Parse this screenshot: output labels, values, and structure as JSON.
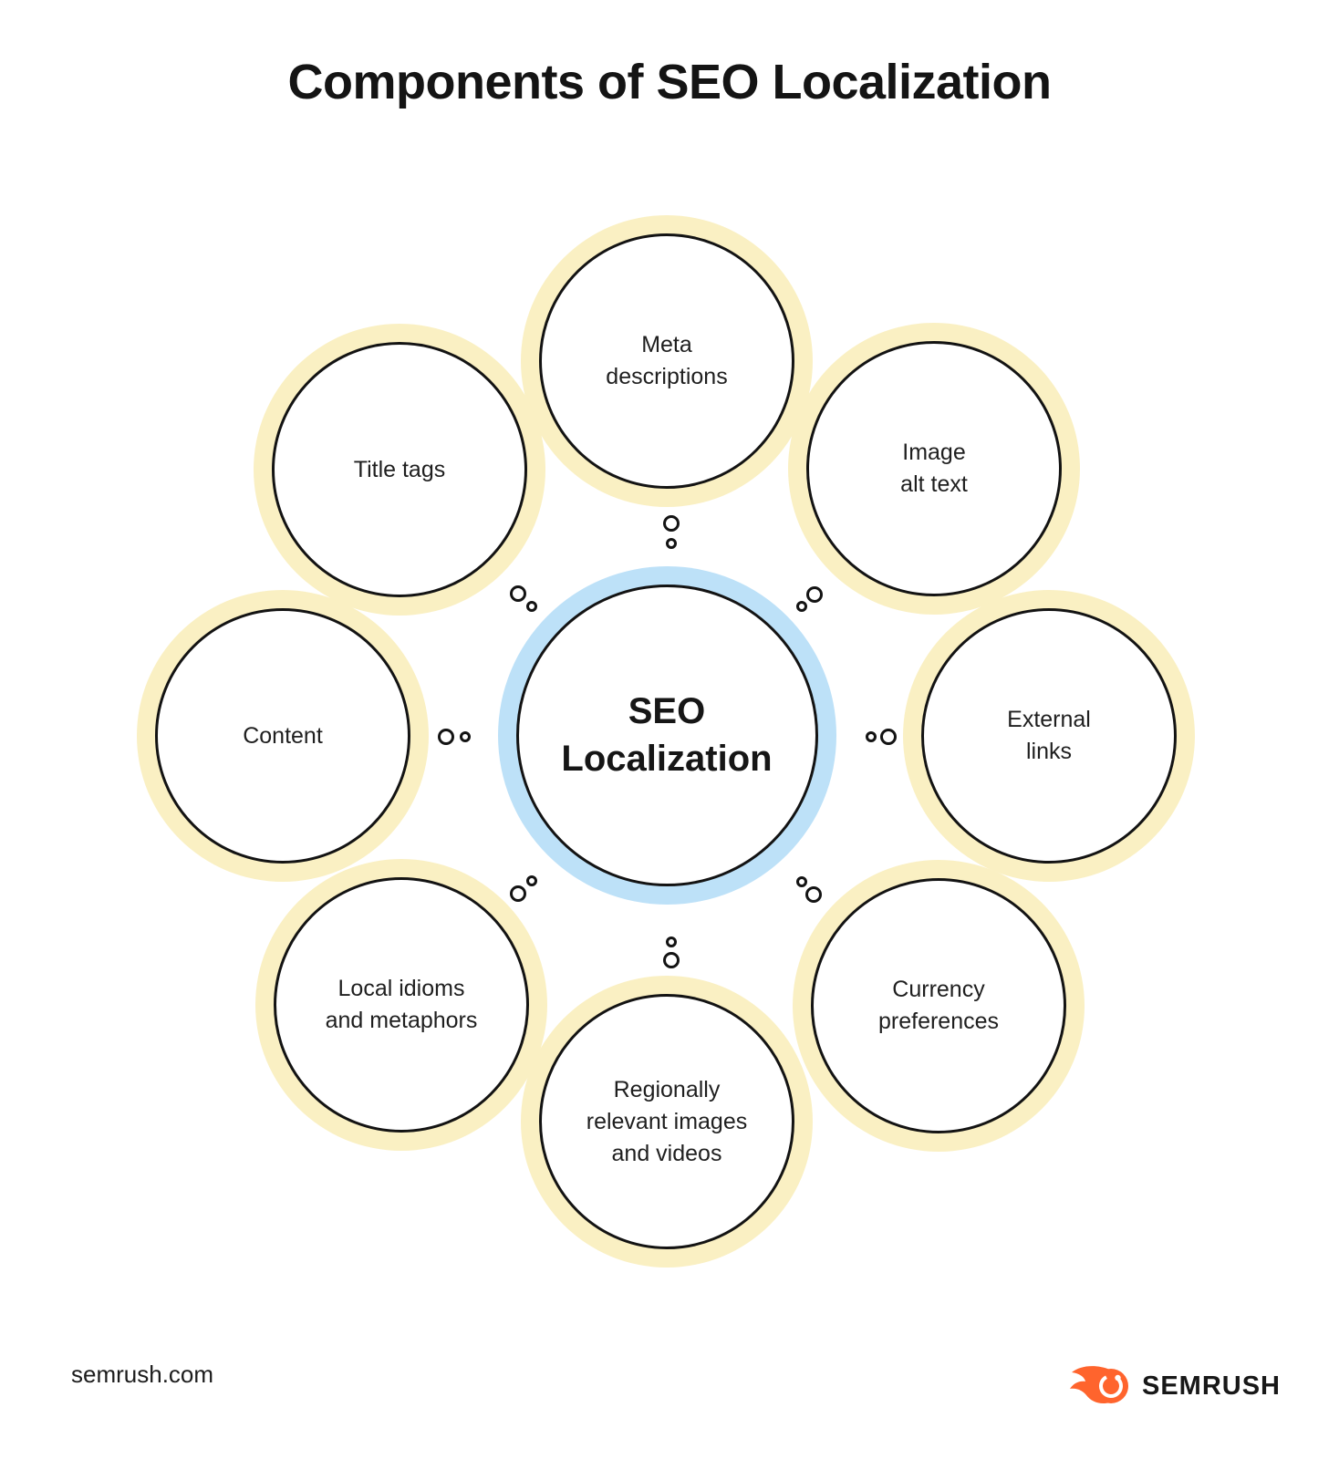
{
  "title": "Components of SEO Localization",
  "center": {
    "label": "SEO\nLocalization"
  },
  "nodes": [
    {
      "id": "meta-descriptions",
      "label": "Meta\ndescriptions"
    },
    {
      "id": "image-alt-text",
      "label": "Image\nalt text"
    },
    {
      "id": "external-links",
      "label": "External\nlinks"
    },
    {
      "id": "currency-preferences",
      "label": "Currency\npreferences"
    },
    {
      "id": "regionally-relevant-images-and-videos",
      "label": "Regionally\nrelevant images\nand videos"
    },
    {
      "id": "local-idioms-and-metaphors",
      "label": "Local idioms\nand metaphors"
    },
    {
      "id": "content",
      "label": "Content"
    },
    {
      "id": "title-tags",
      "label": "Title tags"
    }
  ],
  "footer": {
    "site": "semrush.com",
    "brand": "SEMRUSH"
  },
  "colors": {
    "background": "#FFFFFF",
    "halo_yellow": "#FAF0C3",
    "halo_blue": "#BDE1F8",
    "stroke": "#131313",
    "accent_orange": "#FF642D",
    "text": "#1F1F1F"
  }
}
